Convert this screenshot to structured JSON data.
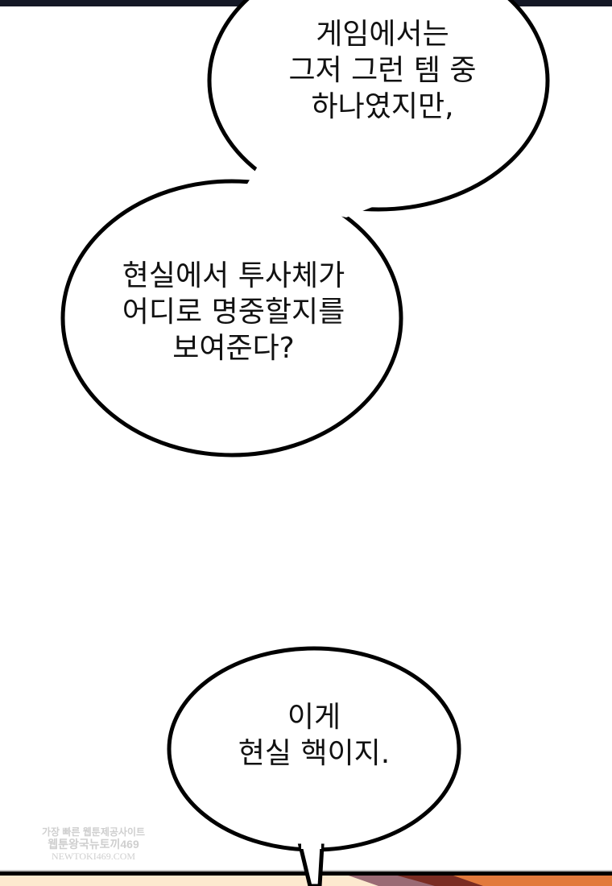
{
  "bubbles": [
    {
      "lines": [
        "게임에서는",
        "그저 그런 템 중",
        "하나였지만,"
      ]
    },
    {
      "lines": [
        "현실에서 투사체가",
        "어디로 명중할지를",
        "보여준다?"
      ]
    },
    {
      "lines": [
        "이게",
        "현실 핵이지."
      ]
    }
  ],
  "watermark": {
    "line1": "가장 빠른 웹툰제공사이트",
    "line2": "웹툰왕국뉴토끼469",
    "line3": "NEWTOKI469.COM"
  },
  "colors": {
    "panel_bottom": "#fde9cf",
    "accent_orange": "#e27a3c",
    "accent_brown": "#7a2c22",
    "accent_mauve": "#9a6a74",
    "top_strip": "#141826"
  }
}
